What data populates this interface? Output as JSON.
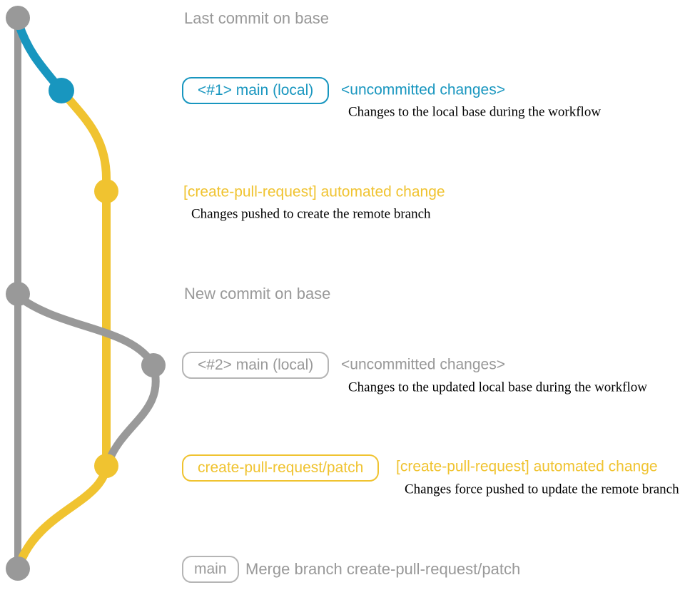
{
  "colors": {
    "base_gray": "#999999",
    "branch_blue": "#1896BF",
    "branch_yellow": "#F0C330",
    "desc_black": "#000000"
  },
  "graph": {
    "base_branch": "base (gray trunk)",
    "nodes": [
      {
        "id": "last-commit-on-base",
        "color": "gray"
      },
      {
        "id": "uncommitted-changes-1",
        "color": "blue"
      },
      {
        "id": "automated-change-1",
        "color": "yellow"
      },
      {
        "id": "new-commit-on-base",
        "color": "gray"
      },
      {
        "id": "uncommitted-changes-2",
        "color": "gray"
      },
      {
        "id": "automated-change-2",
        "color": "yellow"
      },
      {
        "id": "merge-commit",
        "color": "gray"
      }
    ]
  },
  "annotations": {
    "last_commit": {
      "label": "Last commit on base"
    },
    "commit1": {
      "badge": "<#1> main (local)",
      "title": "<uncommitted changes>",
      "desc": "Changes to the local base during the workflow"
    },
    "push1": {
      "title": "[create-pull-request] automated change",
      "desc": "Changes pushed to create the remote branch"
    },
    "new_commit": {
      "label": "New commit on base"
    },
    "commit2": {
      "badge": "<#2> main (local)",
      "title": "<uncommitted changes>",
      "desc": "Changes to the updated local base during the workflow"
    },
    "push2": {
      "badge": "create-pull-request/patch",
      "title": "[create-pull-request] automated change",
      "desc": "Changes force pushed to update the remote branch"
    },
    "merge": {
      "badge": "main",
      "label": "Merge branch create-pull-request/patch"
    }
  }
}
